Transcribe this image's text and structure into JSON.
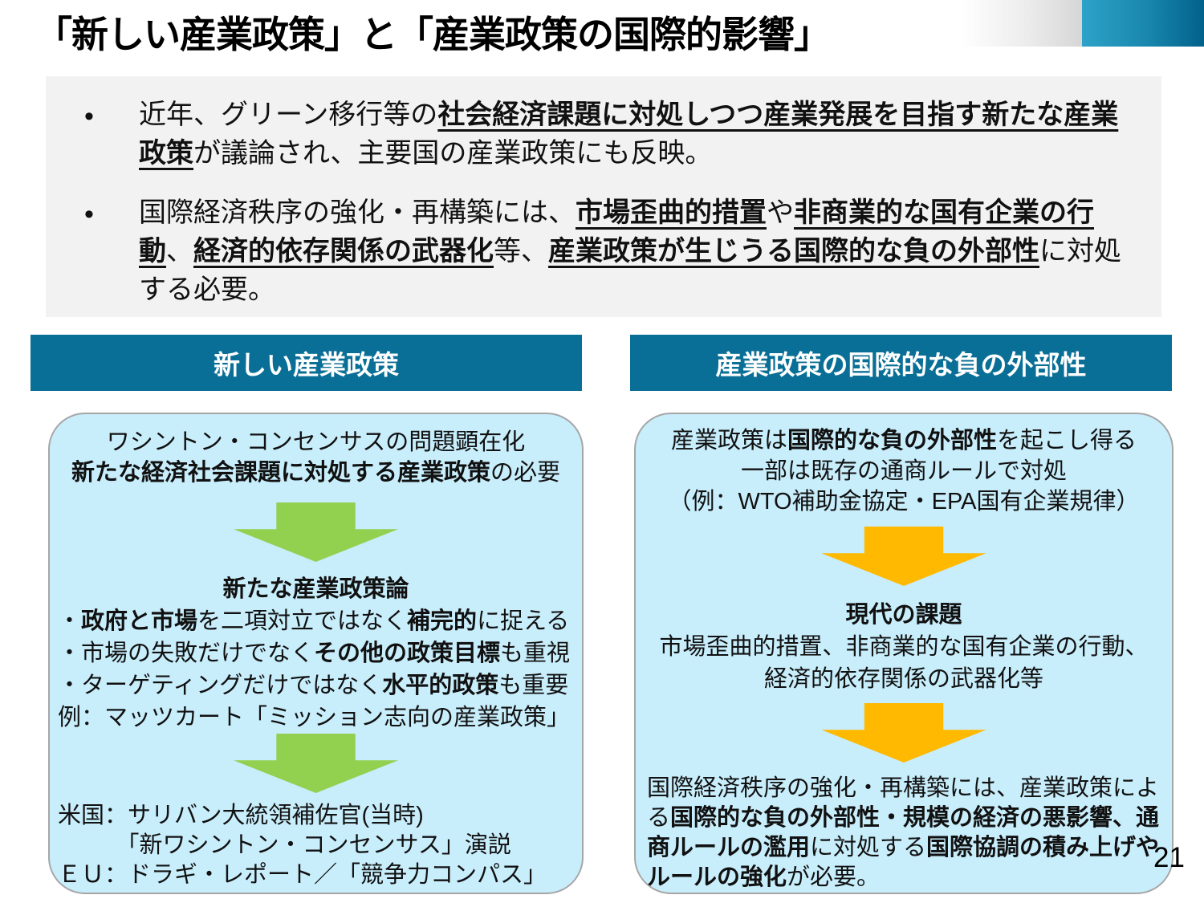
{
  "slide": {
    "title": "「新しい産業政策」と「産業政策の国際的影響」",
    "page_number": "21"
  },
  "colors": {
    "header_teal": "#0a6f96",
    "panel_blue": "#c8edfb",
    "panel_border": "#a6a6a6",
    "arrow_green": "#92d050",
    "arrow_orange": "#ffb900",
    "summary_gray": "#f2f2f2",
    "deco_blue_start": "#2da2c8",
    "deco_blue_end": "#02618a"
  },
  "icons": {
    "bullet": "•",
    "down_arrow_green": "block-down-arrow",
    "down_arrow_orange": "block-down-arrow"
  },
  "summary": {
    "bullets": [
      [
        {
          "t": "近年、グリーン移行等の"
        },
        {
          "t": "社会経済課題に対処しつつ産業発展を目指す新たな産業政策",
          "s": "bu"
        },
        {
          "t": "が議論され、主要国の産業政策にも反映。"
        }
      ],
      [
        {
          "t": "国際経済秩序の強化・再構築には、"
        },
        {
          "t": "市場歪曲的措置",
          "s": "bu"
        },
        {
          "t": "や"
        },
        {
          "t": "非商業的な国有企業の行動",
          "s": "bu"
        },
        {
          "t": "、"
        },
        {
          "t": "経済的依存関係の武器化",
          "s": "bu"
        },
        {
          "t": "等、"
        },
        {
          "t": "産業政策が生じうる国際的な負の外部性",
          "s": "bu"
        },
        {
          "t": "に対処する必要。"
        }
      ]
    ]
  },
  "left_panel": {
    "header": "新しい産業政策",
    "top_lines": [
      [
        {
          "t": "ワシントン・コンセンサスの問題顕在化"
        }
      ],
      [
        {
          "t": "新たな経済社会課題に対処する産業政策",
          "s": "b"
        },
        {
          "t": "の必要"
        }
      ]
    ],
    "mid_heading": [
      {
        "t": "新たな産業政策論",
        "s": "b"
      }
    ],
    "mid_lines": [
      [
        {
          "t": "・"
        },
        {
          "t": "政府と市場",
          "s": "b"
        },
        {
          "t": "を二項対立ではなく"
        },
        {
          "t": "補完的",
          "s": "b"
        },
        {
          "t": "に捉える"
        }
      ],
      [
        {
          "t": "・市場の失敗だけでなく"
        },
        {
          "t": "その他の政策目標",
          "s": "b"
        },
        {
          "t": "も重視"
        }
      ],
      [
        {
          "t": "・ターゲティングだけではなく"
        },
        {
          "t": "水平的政策",
          "s": "b"
        },
        {
          "t": "も重要"
        }
      ],
      [
        {
          "t": "例：マッツカート「ミッション志向の産業政策」"
        }
      ]
    ],
    "bottom_lines": [
      [
        {
          "t": "米国：サリバン大統領補佐官(当時)"
        }
      ],
      [
        {
          "t": "　　　「新ワシントン・コンセンサス」演説"
        }
      ],
      [
        {
          "t": "ＥＵ：ドラギ・レポート／「競争力コンパス」"
        }
      ]
    ]
  },
  "right_panel": {
    "header": "産業政策の国際的な負の外部性",
    "top_lines": [
      [
        {
          "t": "産業政策は"
        },
        {
          "t": "国際的な負の外部性",
          "s": "b"
        },
        {
          "t": "を起こし得る"
        }
      ],
      [
        {
          "t": "一部は既存の通商ルールで対処"
        }
      ],
      [
        {
          "t": "（例：WTO補助金協定・EPA国有企業規律）"
        }
      ]
    ],
    "mid_heading": [
      {
        "t": "現代の課題",
        "s": "b"
      }
    ],
    "mid_lines": [
      [
        {
          "t": "市場歪曲的措置、非商業的な国有企業の行動、"
        }
      ],
      [
        {
          "t": "経済的依存関係の武器化等"
        }
      ]
    ],
    "bottom_paragraph": [
      {
        "t": "国際経済秩序の強化・再構築には、産業政策による"
      },
      {
        "t": "国際的な負の外部性・規模の経済の悪影響、通商ルールの濫用",
        "s": "b"
      },
      {
        "t": "に対処する"
      },
      {
        "t": "国際協調の積み上げやルールの強化",
        "s": "b"
      },
      {
        "t": "が必要。"
      }
    ]
  }
}
